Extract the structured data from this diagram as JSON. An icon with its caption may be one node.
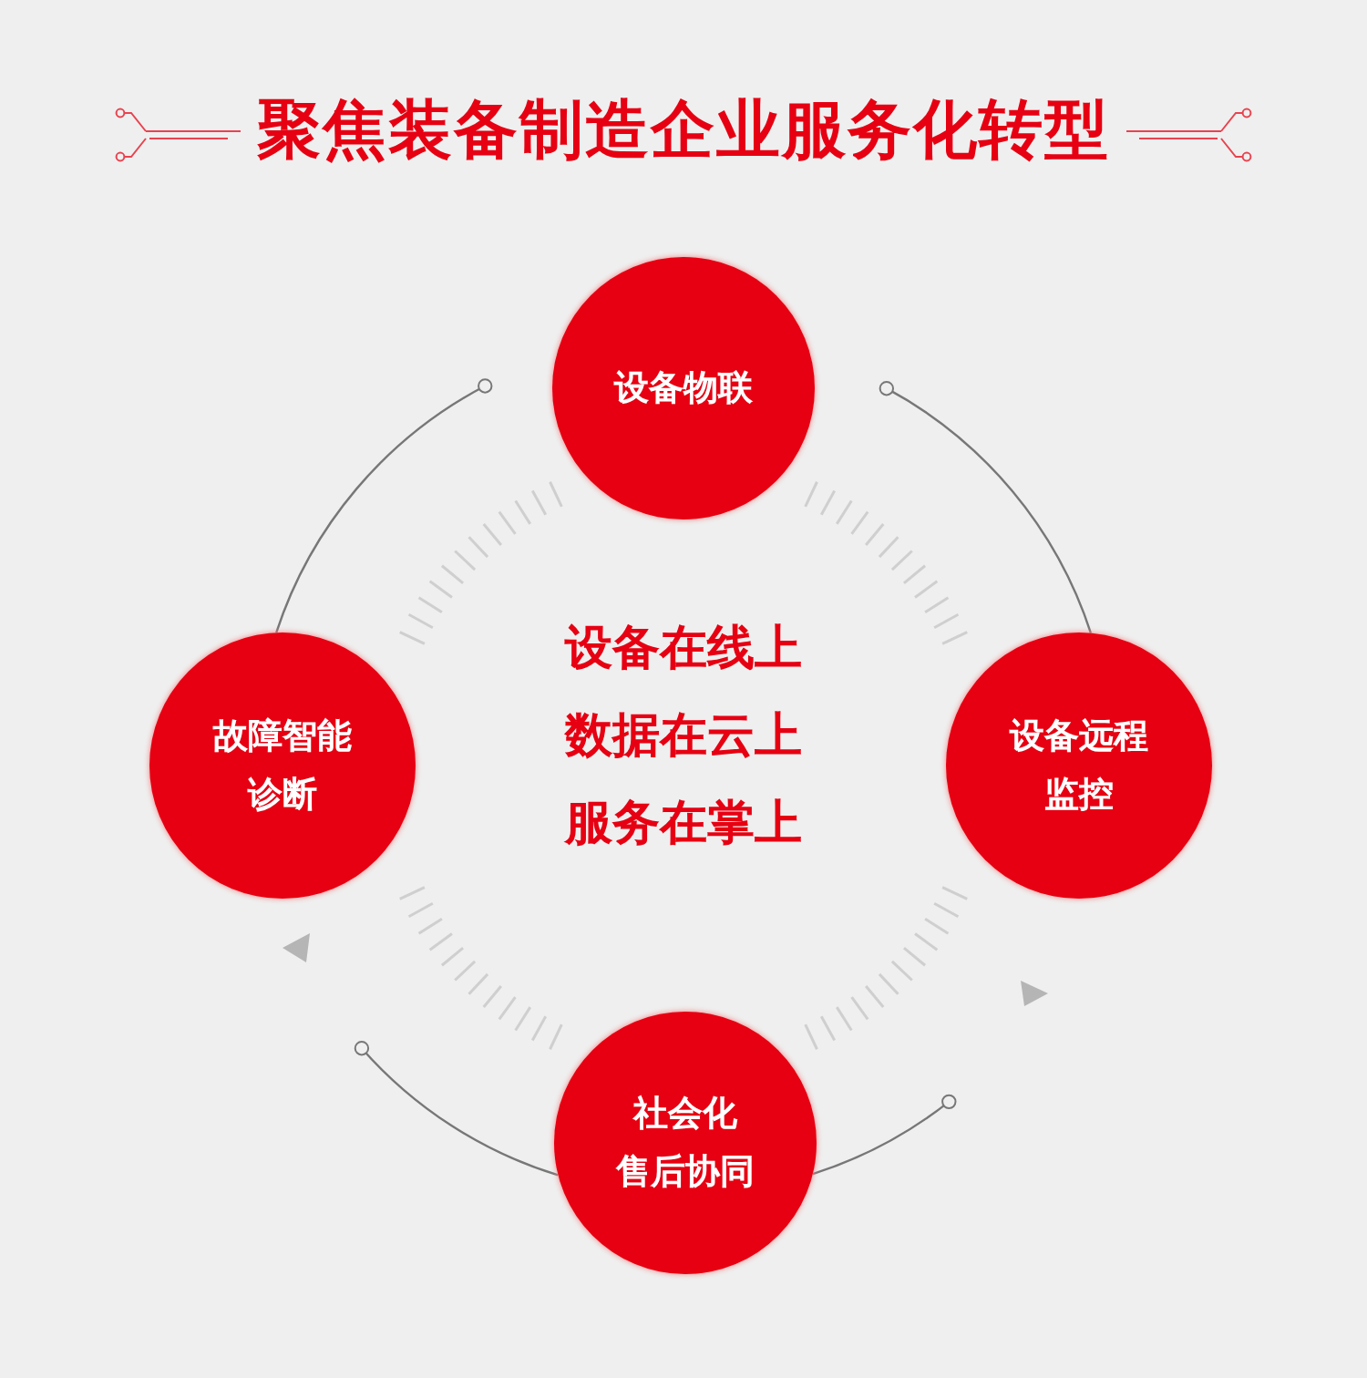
{
  "diagram": {
    "title": "聚焦装备制造企业服务化转型",
    "nodes": [
      {
        "text": [
          "设备物联"
        ]
      },
      {
        "text": [
          "故障智能诊断"
        ]
      },
      {
        "text": [
          "设备远程监控"
        ]
      },
      {
        "text": [
          "社会化",
          "售后协同"
        ]
      }
    ],
    "edges": [
      {
        "from": 1,
        "to": null,
        "arrow": "other"
      },
      {
        "from": 2,
        "to": null,
        "arrow": "other"
      },
      {
        "from": 3,
        "to": null,
        "arrow": "other"
      },
      {
        "from": 3,
        "to": null,
        "arrow": "other"
      }
    ],
    "labels": [
      "设备在线上",
      "数据在云上",
      "服务在掌上"
    ]
  }
}
